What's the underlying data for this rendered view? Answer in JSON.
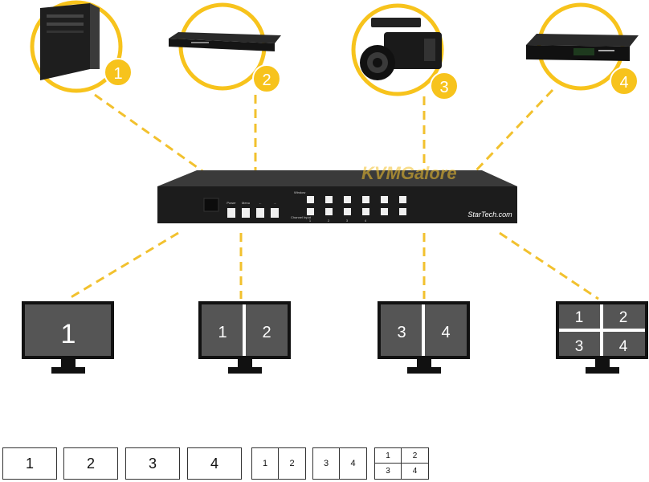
{
  "colors": {
    "accent": "#f7c31c",
    "dash": "#f2c12e",
    "device_body": "#1c1c1c",
    "screen": "#555555",
    "screen_divider": "#ffffff"
  },
  "sources": [
    {
      "number": "1",
      "icon": "computer-tower-icon"
    },
    {
      "number": "2",
      "icon": "blu-ray-player-icon"
    },
    {
      "number": "3",
      "icon": "video-camera-icon"
    },
    {
      "number": "4",
      "icon": "set-top-box-icon"
    }
  ],
  "switch": {
    "watermark": "KVMGalore",
    "brand": "StarTech.com",
    "button_labels": [
      "Power",
      "Menu",
      "←",
      "→"
    ],
    "section_labels": [
      "Window",
      "Channel Input"
    ],
    "channel_labels": [
      "1",
      "2",
      "3",
      "4"
    ]
  },
  "monitors": [
    {
      "layout": "single",
      "labels": [
        "1"
      ]
    },
    {
      "layout": "dual",
      "labels": [
        "1",
        "2"
      ]
    },
    {
      "layout": "dual",
      "labels": [
        "3",
        "4"
      ]
    },
    {
      "layout": "quad",
      "labels": [
        "1",
        "2",
        "3",
        "4"
      ]
    }
  ],
  "layout_buttons": [
    {
      "layout": "single",
      "labels": [
        "1"
      ]
    },
    {
      "layout": "single",
      "labels": [
        "2"
      ]
    },
    {
      "layout": "single",
      "labels": [
        "3"
      ]
    },
    {
      "layout": "single",
      "labels": [
        "4"
      ]
    },
    {
      "layout": "dual",
      "labels": [
        "1",
        "2"
      ]
    },
    {
      "layout": "dual",
      "labels": [
        "3",
        "4"
      ]
    },
    {
      "layout": "quad",
      "labels": [
        "1",
        "2",
        "3",
        "4"
      ]
    }
  ]
}
